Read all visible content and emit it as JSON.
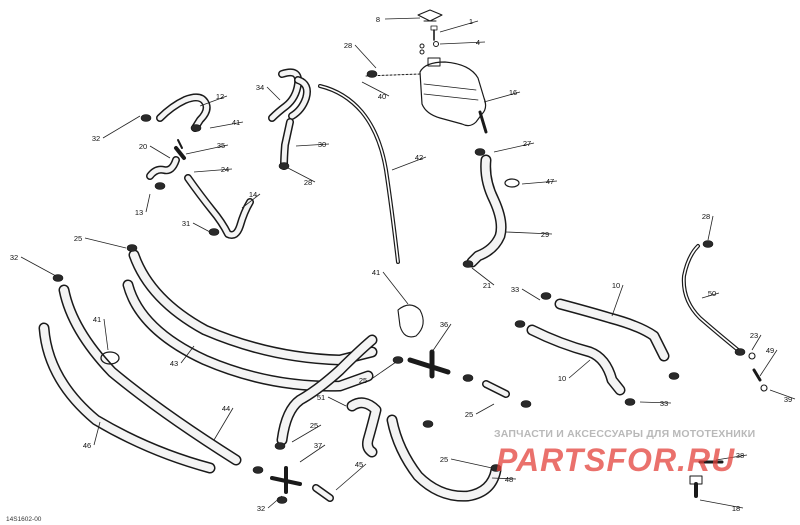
{
  "callouts": [
    "8",
    "1",
    "4",
    "28",
    "40",
    "16",
    "34",
    "12",
    "41",
    "32",
    "20",
    "35",
    "30",
    "24",
    "28",
    "14",
    "13",
    "31",
    "42",
    "27",
    "47",
    "29",
    "21",
    "25",
    "32",
    "41",
    "43",
    "44",
    "46",
    "33",
    "10",
    "10",
    "41",
    "36",
    "25",
    "25",
    "51",
    "25",
    "37",
    "45",
    "32",
    "25",
    "48",
    "28",
    "50",
    "23",
    "49",
    "39",
    "33",
    "38",
    "18"
  ],
  "reference_code": "14S1602-00",
  "watermark": {
    "text": "ЗАПЧАСТИ И АКСЕССУАРЫ ДЛЯ МОТОТЕХНИКИ",
    "logo": "PARTSFOR.RU"
  },
  "colors": {
    "line": "#1a1a1a",
    "watermark_gray": "#b9b9b9",
    "watermark_red": "#e3413b"
  }
}
